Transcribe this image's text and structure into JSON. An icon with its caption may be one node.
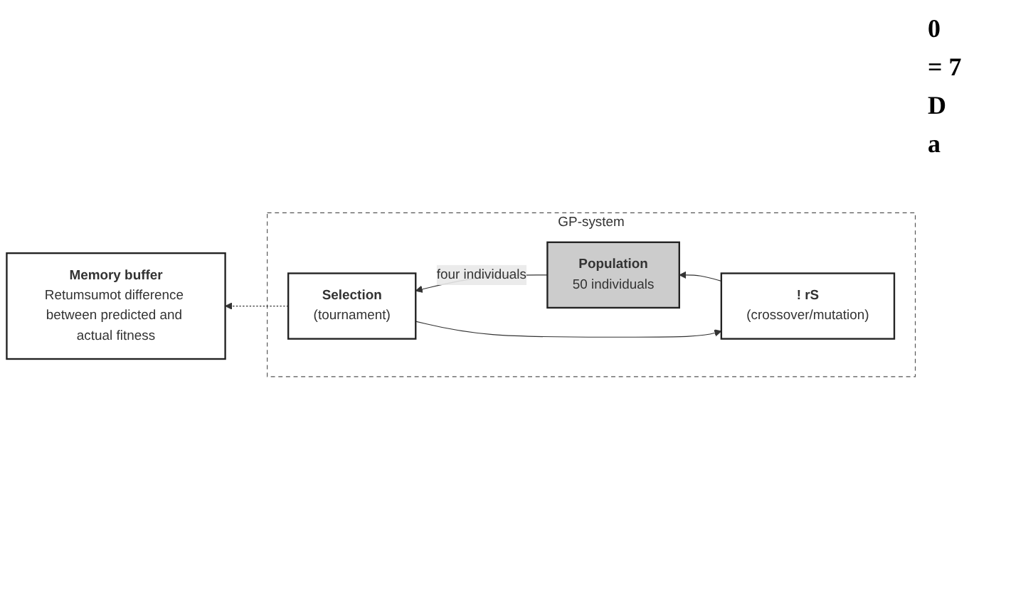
{
  "diagram": {
    "nodes": [
      {
        "text": [
          "GP-system"
        ]
      },
      {
        "text": [
          "! rS",
          "(crossover/mutation)"
        ],
        "in": 0
      },
      {
        "text": [
          "Selection",
          "(tournament)"
        ],
        "in": 0
      },
      {
        "text": [
          "Population",
          "50 individuals"
        ],
        "in": 0
      },
      {
        "text": [
          "Memory buffer",
          "Retumsumot difference between predicted and actual fitness"
        ]
      }
    ],
    "edges": [
      {
        "from": 3,
        "to": 2,
        "arrow": "to",
        "label": "four individuals"
      },
      {
        "from": 2,
        "to": 1,
        "arrow": "to"
      },
      {
        "from": 1,
        "to": 3,
        "arrow": "to"
      },
      {
        "from": 2,
        "to": 4,
        "arrow": "to",
        "style": "dashed"
      }
    ],
    "labels": [
      "0",
      "= 7",
      "D",
      "a"
    ]
  }
}
